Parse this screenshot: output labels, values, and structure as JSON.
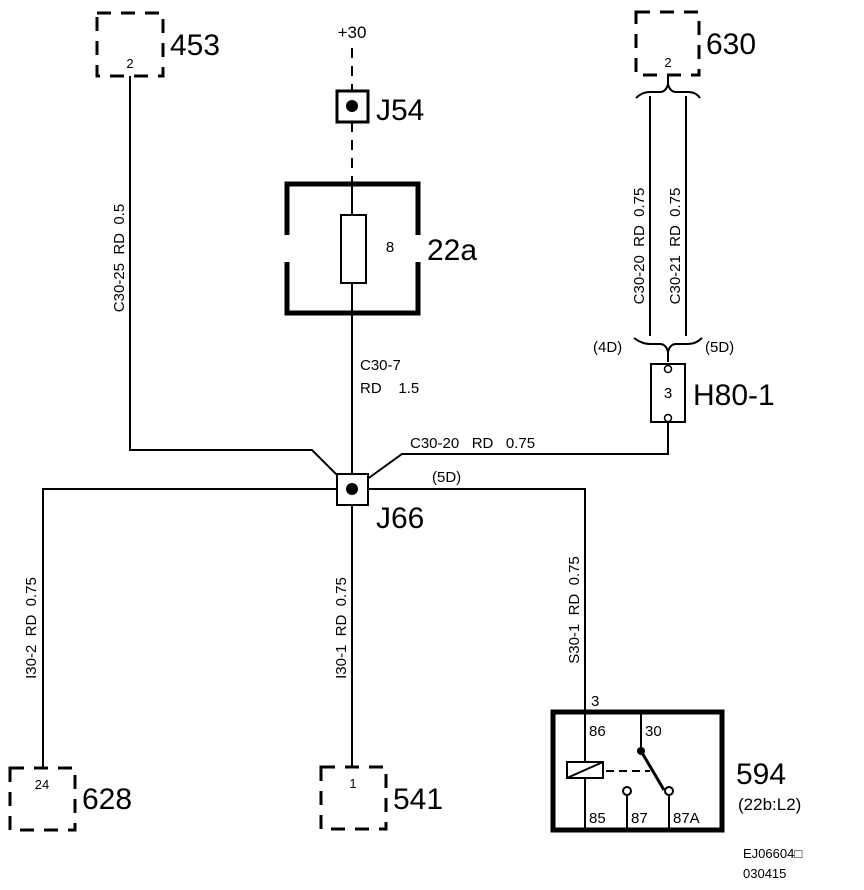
{
  "components": {
    "c453": {
      "id": "453",
      "pin": "2"
    },
    "c630": {
      "id": "630",
      "pin": "2"
    },
    "supply": {
      "label": "+30"
    },
    "j54": {
      "id": "J54"
    },
    "fuse": {
      "id": "22a",
      "number": "8"
    },
    "h80": {
      "id": "H80-1",
      "pin": "3"
    },
    "j66": {
      "id": "J66"
    },
    "c628": {
      "id": "628",
      "pin": "24"
    },
    "c541": {
      "id": "541",
      "pin": "1"
    },
    "relay": {
      "id": "594",
      "ref": "(22b:L2)",
      "input_pin": "3",
      "terminals": {
        "t86": "86",
        "t30": "30",
        "t85": "85",
        "t87": "87",
        "t87a": "87A"
      }
    }
  },
  "wires": {
    "w453": "C30-25  RD  0.5",
    "w630a": "C30-20  RD  0.75",
    "w630b": "C30-21  RD  0.75",
    "w_fuse_line1": "C30-7",
    "w_fuse_line2": "RD    1.5",
    "w_h80": "C30-20   RD   0.75",
    "w_h80_sub": "(5D)",
    "w_628": "I30-2  RD  0.75",
    "w_541": "I30-1  RD  0.75",
    "w_594": "S30-1  RD  0.75"
  },
  "splice_labels": {
    "left": "(4D)",
    "right": "(5D)"
  },
  "footer": {
    "code": "EJ06604□",
    "date": "030415"
  }
}
